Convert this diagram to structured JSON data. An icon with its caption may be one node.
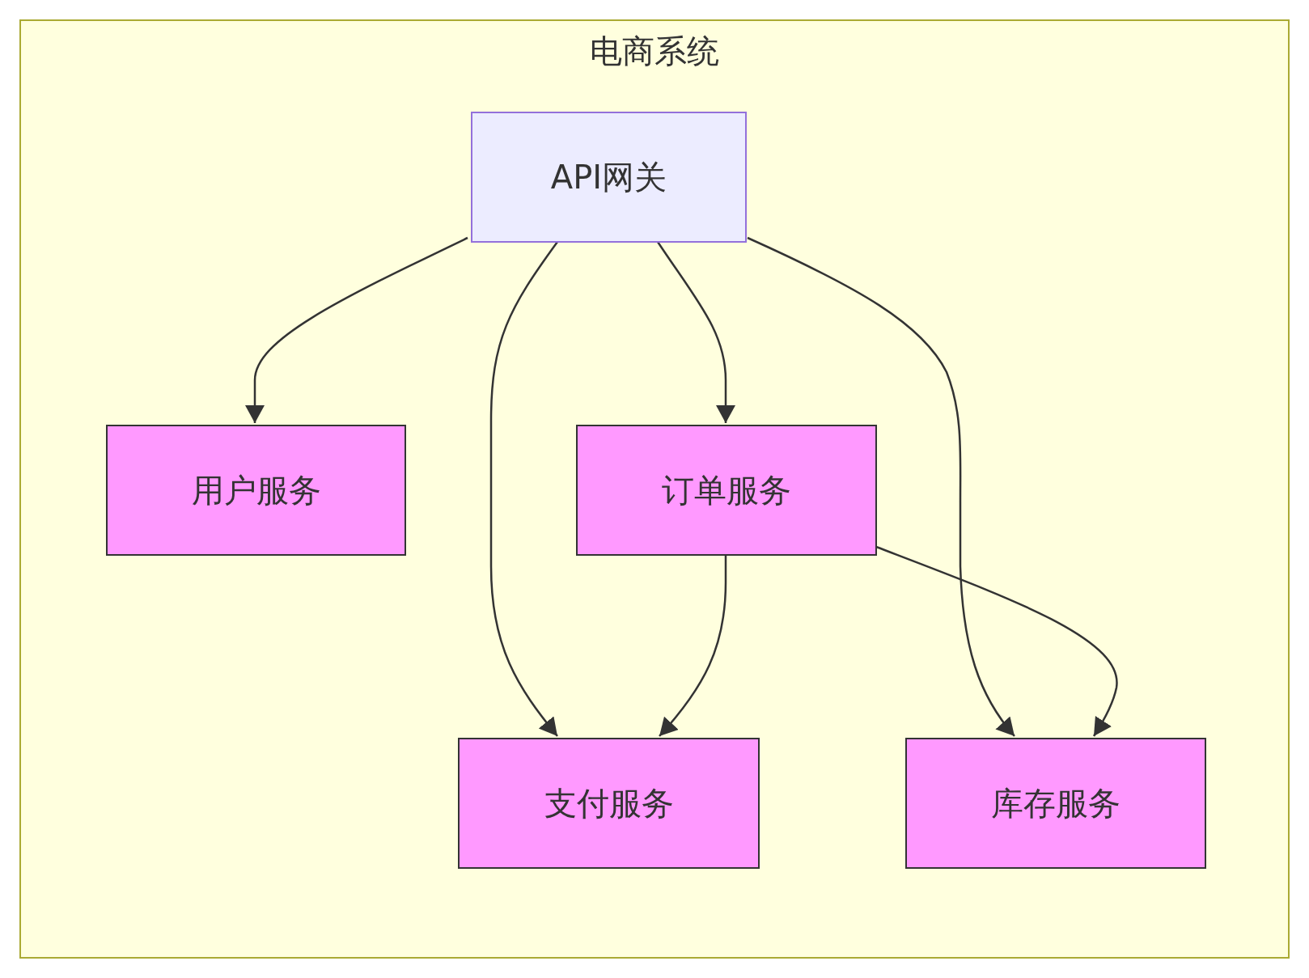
{
  "diagram": {
    "nodes": [
      {
        "text": [
          "电商系统"
        ]
      },
      {
        "text": [
          "API网关"
        ],
        "in": 0
      },
      {
        "text": [
          "用户服务"
        ],
        "in": 0
      },
      {
        "text": [
          "订单服务"
        ],
        "in": 0
      },
      {
        "text": [
          "支付服务"
        ],
        "in": 0
      },
      {
        "text": [
          "库存服务"
        ],
        "in": 0
      }
    ],
    "edges": [
      {
        "from": 1,
        "to": 2,
        "arrow": "to"
      },
      {
        "from": 1,
        "to": 4,
        "arrow": "to"
      },
      {
        "from": 1,
        "to": 3,
        "arrow": "to"
      },
      {
        "from": 1,
        "to": 5,
        "arrow": "to"
      },
      {
        "from": 3,
        "to": 4,
        "arrow": "to"
      },
      {
        "from": 3,
        "to": 5,
        "arrow": "to"
      }
    ]
  }
}
